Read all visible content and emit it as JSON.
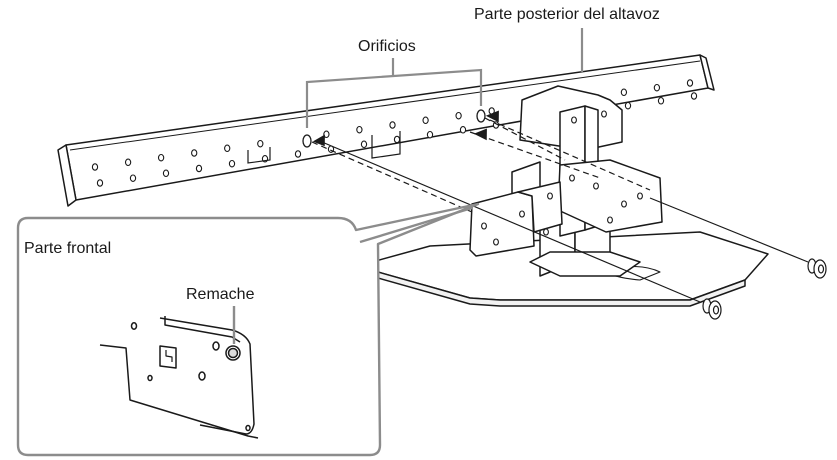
{
  "labels": {
    "speaker_rear": "Parte posterior del altavoz",
    "holes": "Orificios",
    "front": "Parte frontal",
    "rivet": "Remache"
  },
  "colors": {
    "line": "#1a1a1a",
    "leader": "#8c8c8c",
    "fill": "#ffffff",
    "hole": "#ffffff",
    "stand_shade": "#f2f2f2"
  }
}
